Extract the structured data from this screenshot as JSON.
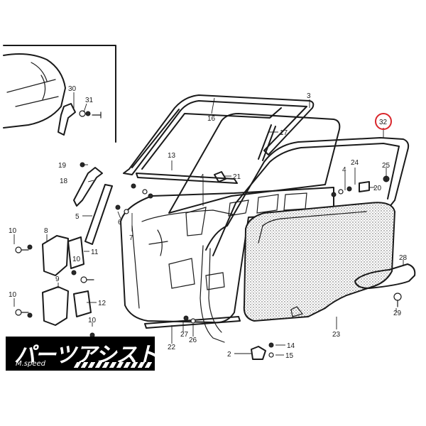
{
  "diagram": {
    "highlight_color": "#d9262b",
    "labels": {
      "n2": "2",
      "n3": "3",
      "n4a": "4",
      "n4b": "4",
      "n5": "5",
      "n6": "6",
      "n7": "7",
      "n8": "8",
      "n9": "9",
      "n10a": "10",
      "n10b": "10",
      "n10c": "10",
      "n11": "11",
      "n12": "12",
      "n13": "13",
      "n14": "14",
      "n15": "15",
      "n16": "16",
      "n17": "17",
      "n18": "18",
      "n19": "19",
      "n20": "20",
      "n21": "21",
      "n22": "22",
      "n23": "23",
      "n24": "24",
      "n25": "25",
      "n26": "26",
      "n27": "27",
      "n28": "28",
      "n29": "29",
      "n30": "30",
      "n31": "31",
      "n32": "32"
    }
  },
  "logo": {
    "title": "パーツアシスト",
    "subtitle": "M.speed"
  }
}
